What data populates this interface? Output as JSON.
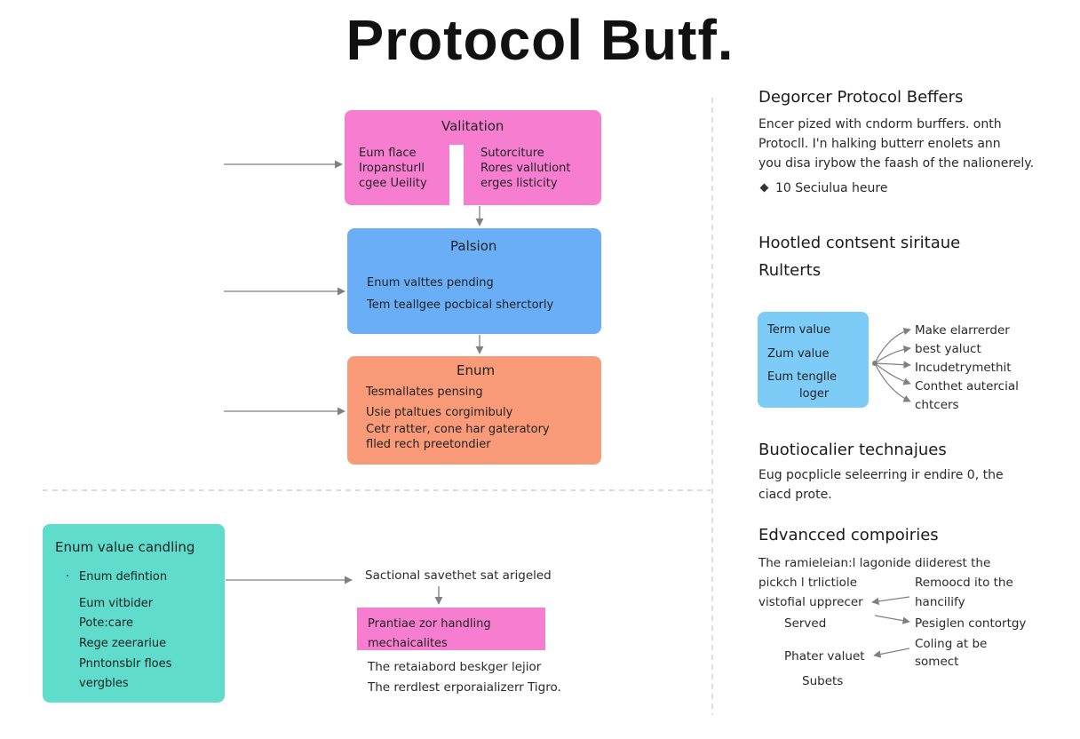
{
  "title": "Protocol Butf.",
  "colors": {
    "pink": "#f77dd1",
    "blue": "#69aef7",
    "orange": "#f99a79",
    "teal": "#5fdccc",
    "lightblue": "#7dcbf7",
    "pink_bar": "#f77dd1",
    "arrow": "#808080",
    "divider": "#c8c8c8"
  },
  "validation": {
    "title": "Valitation",
    "left_lines": [
      "Eum flace",
      "Iropansturll",
      "cgee Ueility"
    ],
    "right_lines": [
      "Sutorciture",
      "Rores vallutiont",
      "erges listicity"
    ]
  },
  "parsing": {
    "title": "Palsion",
    "lines": [
      "Enum valttes pending",
      "Tem teallgee pocbical sherctorly"
    ]
  },
  "enum": {
    "title": "Enum",
    "lines": [
      "Tesmallates pensing",
      "Usie ptaltues corgimibuly",
      "Cetr ratter, cone har gateratory",
      "flled rech preetondier"
    ]
  },
  "enum_handling": {
    "title": "Enum value candling",
    "bullet": "·",
    "first_line": "Enum defintion",
    "lines": [
      "Eum vitbider",
      "Pote:care",
      "Rege zeerariue",
      "Pnntonsblr floes",
      "vergbles"
    ]
  },
  "sectional": {
    "label": "Sactional savethet sat arigeled",
    "bar_lines": [
      "Prantiae zor handling",
      "mechaicalites"
    ],
    "lines": [
      "The retaiabord beskger lejior",
      "The rerdlest erporaializerr Tigro."
    ]
  },
  "sidebar": {
    "sec1": {
      "heading": "Degorcer Protocol Beffers",
      "lines": [
        "Encer pized with cndorm burffers. onth",
        "Protocll. I'n halking butterr enolets ann",
        "you disa irybow the faash of the nalionerely."
      ],
      "bullet_icon": "diamond-bullet",
      "bullet_text": "10 Seciulua heure"
    },
    "sec2": {
      "heading_lines": [
        "Hootled contsent siritaue",
        "Rulterts"
      ],
      "box_lines": [
        "Term value",
        "Zum value",
        "Eum tenglle",
        "loger"
      ],
      "targets": [
        "Make elarrerder",
        "best yaluct",
        "Incudetrymethit",
        "Conthet autercial",
        "chtcers"
      ]
    },
    "sec3": {
      "heading": "Buotiocalier technajues",
      "lines": [
        "Eug pocplicle seleerring ir endire 0, the",
        "ciacd prote."
      ]
    },
    "sec4": {
      "heading": "Edvancced compoiries",
      "line1": "The ramieleian:l lagonide diiderest the",
      "left": [
        "pickch l trlictiole",
        "vistofial upprecer",
        "Served",
        "Phater valuet",
        "Subets"
      ],
      "right": [
        "Remoocd ito the",
        "hancilify",
        "Pesiglen contortgy",
        "Coling at be",
        "somect"
      ]
    }
  }
}
